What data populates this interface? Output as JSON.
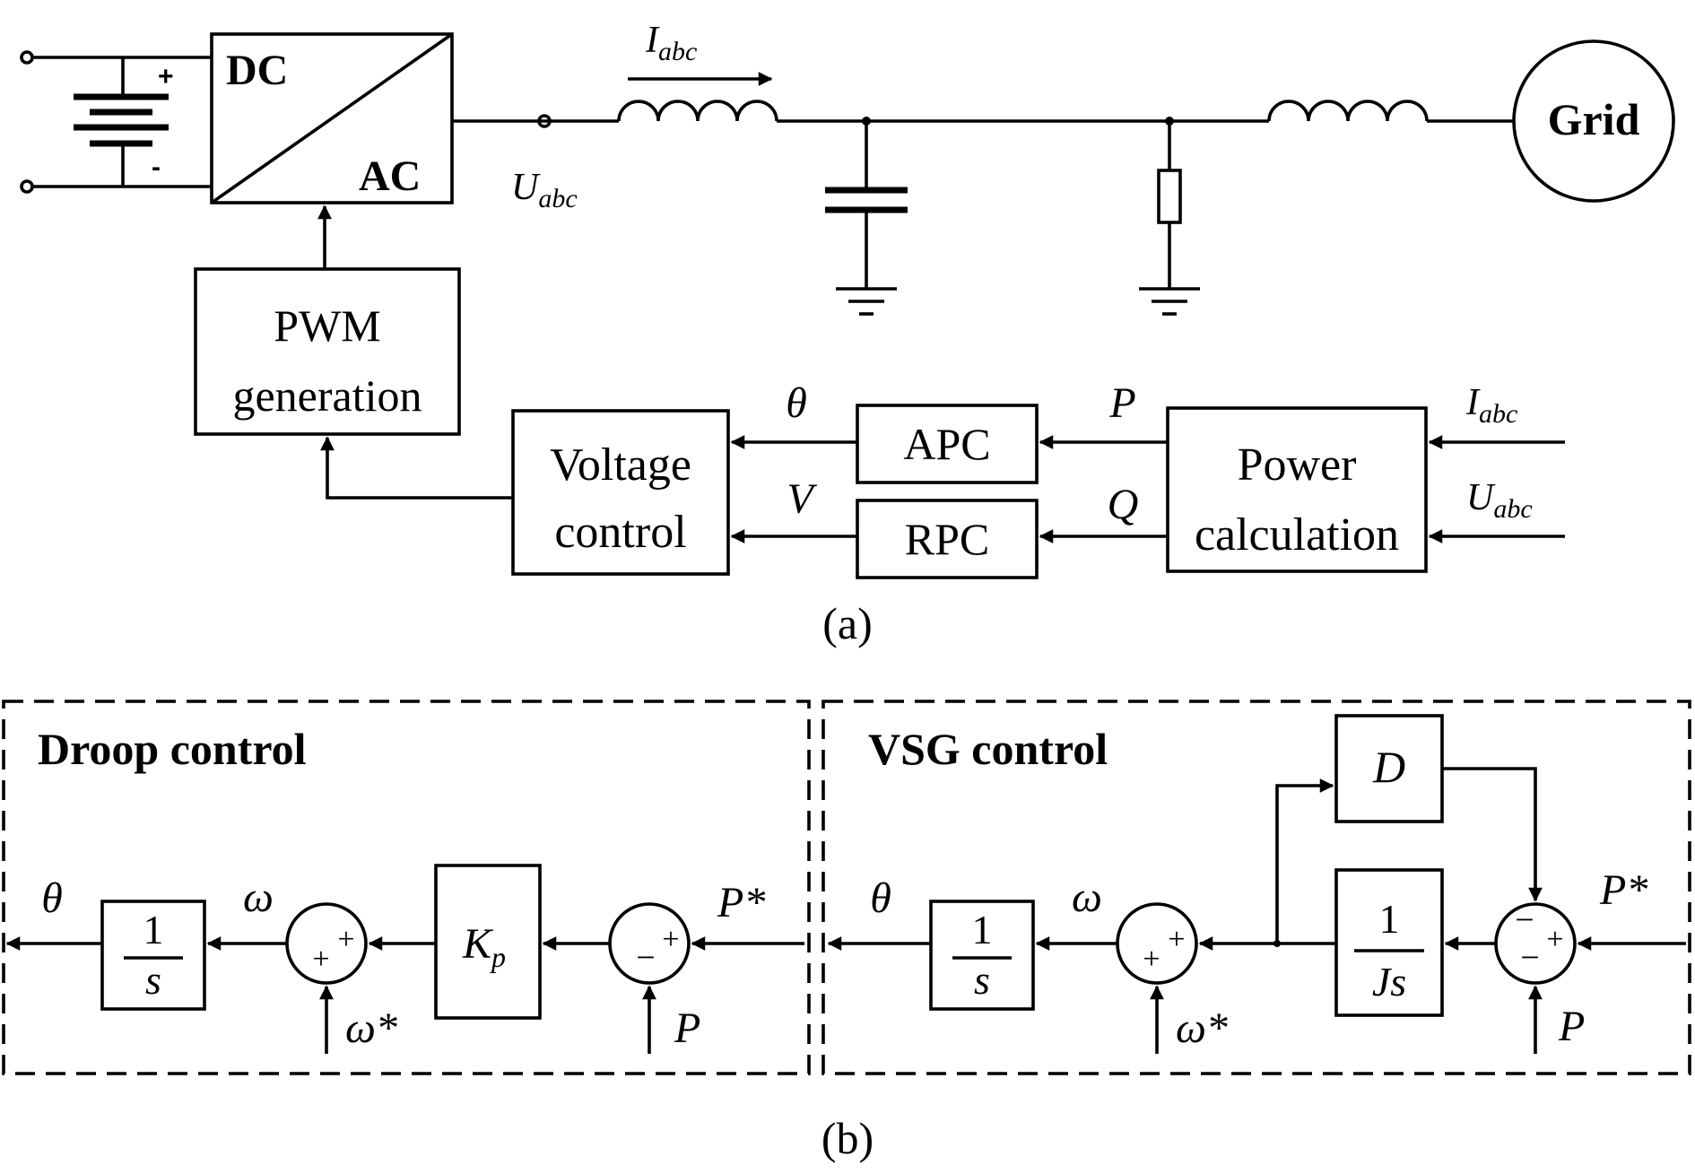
{
  "panel_a": {
    "label": "(a)",
    "converter": {
      "top_label": "DC",
      "bottom_label": "AC"
    },
    "battery": {
      "plus": "+",
      "minus": "-"
    },
    "current_label": {
      "base": "I",
      "sub": "abc"
    },
    "voltage_label": {
      "base": "U",
      "sub": "abc"
    },
    "grid_label": "Grid",
    "pwm": {
      "line1": "PWM",
      "line2": "generation"
    },
    "voltage_control": {
      "line1": "Voltage",
      "line2": "control"
    },
    "apc": "APC",
    "rpc": "RPC",
    "power_calc": {
      "line1": "Power",
      "line2": "calculation"
    },
    "theta": "θ",
    "v": "V",
    "p": "P",
    "q": "Q",
    "in_current": {
      "base": "I",
      "sub": "abc"
    },
    "in_voltage": {
      "base": "U",
      "sub": "abc"
    }
  },
  "panel_b": {
    "label": "(b)",
    "droop": {
      "title": "Droop control",
      "theta": "θ",
      "integrator_num": "1",
      "integrator_den": "s",
      "omega": "ω",
      "omega_ref": "ω*",
      "gain": {
        "base": "K",
        "sub": "p"
      },
      "p_ref": "P*",
      "p": "P"
    },
    "vsg": {
      "title": "VSG control",
      "theta": "θ",
      "integrator_num": "1",
      "integrator_den": "s",
      "omega": "ω",
      "omega_ref": "ω*",
      "damping": "D",
      "inertia_num": "1",
      "inertia_den": "Js",
      "p_ref": "P*",
      "p": "P"
    }
  },
  "signs": {
    "plus": "+",
    "minus": "−"
  }
}
